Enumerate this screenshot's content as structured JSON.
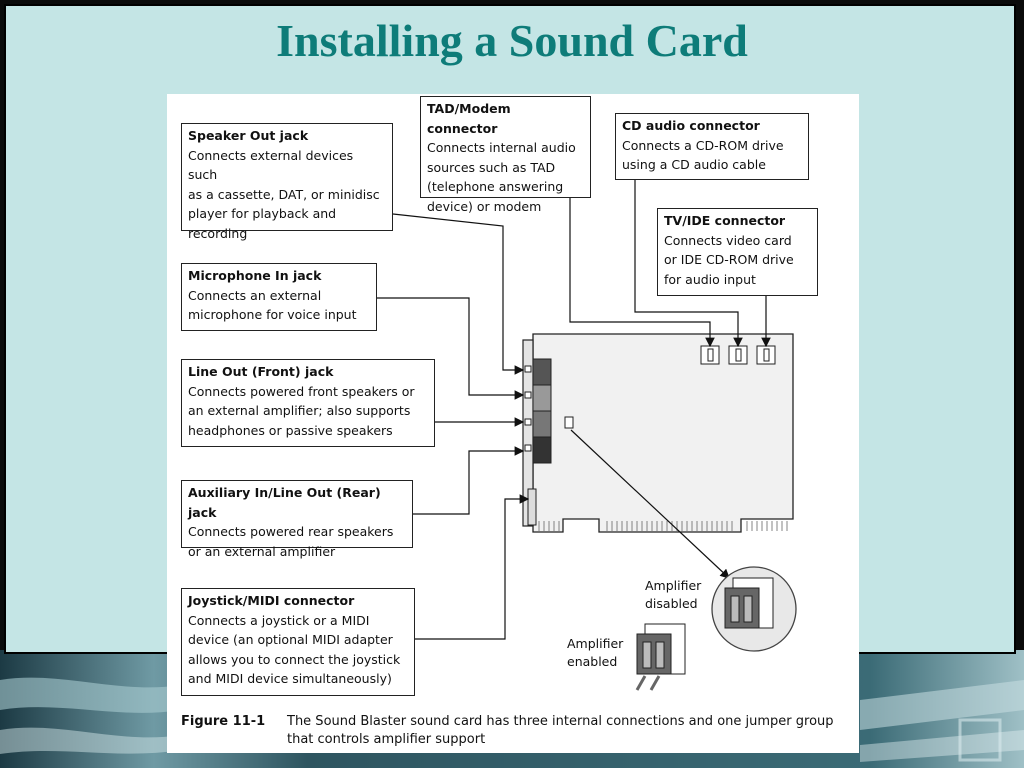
{
  "slide": {
    "title": "Installing a Sound Card"
  },
  "callouts": {
    "speaker_out": {
      "title": "Speaker Out jack",
      "text": "Connects external devices such\nas a cassette, DAT, or minidisc\nplayer for playback and\nrecording"
    },
    "microphone_in": {
      "title": "Microphone In jack",
      "text": "Connects an external\nmicrophone for voice input"
    },
    "line_out_front": {
      "title": "Line Out (Front) jack",
      "text": "Connects powered front speakers or\nan external amplifier; also supports\nheadphones or passive speakers"
    },
    "aux_in": {
      "title": "Auxiliary In/Line Out (Rear) jack",
      "text": "Connects powered rear speakers\nor an external amplifier"
    },
    "joystick_midi": {
      "title": "Joystick/MIDI connector",
      "text": "Connects a joystick or a MIDI\ndevice (an optional MIDI adapter\nallows you to connect the joystick\nand MIDI device simultaneously)"
    },
    "tad_modem": {
      "title": "TAD/Modem connector",
      "text": "Connects internal audio\nsources such as TAD\n(telephone answering\ndevice) or modem"
    },
    "cd_audio": {
      "title": "CD audio connector",
      "text": "Connects a CD-ROM drive\nusing a CD audio cable"
    },
    "tv_ide": {
      "title": "TV/IDE connector",
      "text": "Connects video card\nor IDE CD-ROM drive\nfor audio input"
    }
  },
  "jumper_labels": {
    "disabled": "Amplifier\ndisabled",
    "enabled": "Amplifier\nenabled"
  },
  "caption": {
    "number": "Figure 11-1",
    "text": "The Sound Blaster sound card has three internal connections and one jumper group that controls amplifier support"
  },
  "colors": {
    "slide_bg": "#c4e5e5",
    "title": "#0e7c79"
  }
}
